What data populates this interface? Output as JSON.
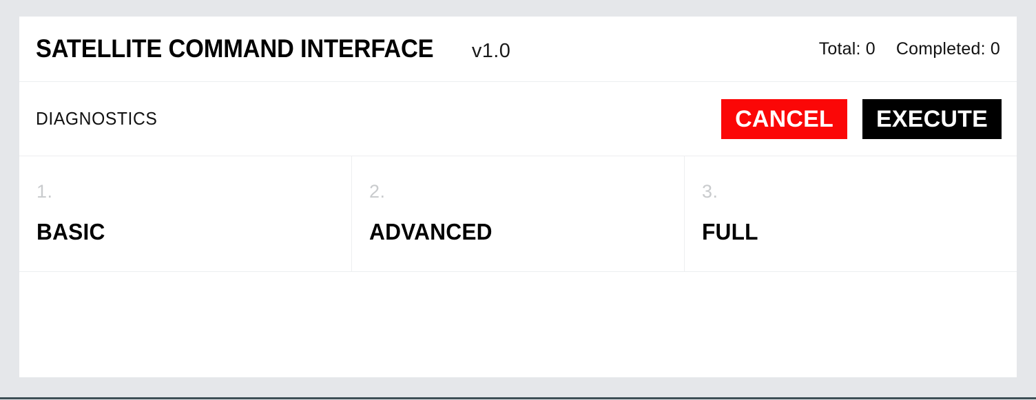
{
  "header": {
    "title": "SATELLITE COMMAND INTERFACE",
    "version": "v1.0",
    "stats": {
      "total_label": "Total: 0",
      "completed_label": "Completed: 0"
    }
  },
  "toolbar": {
    "label": "DIAGNOSTICS",
    "cancel_label": "CANCEL",
    "execute_label": "EXECUTE"
  },
  "options": [
    {
      "index": "1.",
      "label": "BASIC"
    },
    {
      "index": "2.",
      "label": "ADVANCED"
    },
    {
      "index": "3.",
      "label": "FULL"
    }
  ],
  "colors": {
    "page_background": "#e5e7ea",
    "panel_background": "#ffffff",
    "accent_danger": "#fb0707",
    "accent_primary": "#000000",
    "divider": "#eceef0",
    "muted_text": "#c9cbcd",
    "bottom_rule": "#3e4f56"
  }
}
